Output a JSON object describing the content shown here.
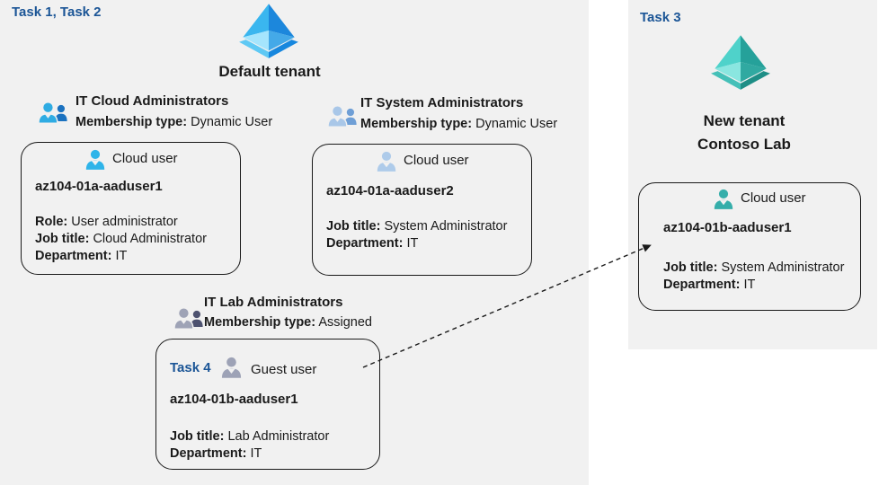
{
  "colors": {
    "canvas_bg": "#f1f1f1",
    "task_label_blue": "#1b5596",
    "text": "#1a1a1a",
    "card_border": "#1a1a1a",
    "azure_icon_blue_light": "#3ab6ef",
    "azure_icon_blue_dark": "#1c87dc",
    "azure_icon_teal_light": "#4fd2ca",
    "azure_icon_teal_dark": "#25a19a",
    "group1_icon": "#2face3",
    "group2_icon": "#a9c7e8",
    "group3_icon": "#9ea3b6",
    "cloud_user1_icon": "#2fb4e9",
    "cloud_user2_icon": "#aecbea",
    "guest_user_icon": "#9da2b6",
    "cloud_user_teal_icon": "#35aeaa"
  },
  "left_region": {
    "tasks_label": "Task 1, Task 2",
    "tenant_title": "Default tenant"
  },
  "groups": [
    {
      "name": "IT Cloud Administrators",
      "membership": {
        "label": "Membership type:",
        "value": "Dynamic User"
      },
      "card": {
        "user_type": "Cloud user",
        "username": "az104-01a-aaduser1",
        "fields": [
          {
            "label": "Role:",
            "value": "User administrator"
          },
          {
            "label": "Job title:",
            "value": "Cloud Administrator"
          },
          {
            "label": "Department:",
            "value": "IT"
          }
        ]
      }
    },
    {
      "name": "IT System Administrators",
      "membership": {
        "label": "Membership type:",
        "value": "Dynamic User"
      },
      "card": {
        "user_type": "Cloud user",
        "username": "az104-01a-aaduser2",
        "fields": [
          {
            "label": "Job title:",
            "value": "System Administrator"
          },
          {
            "label": "Department:",
            "value": "IT"
          }
        ]
      }
    },
    {
      "name": "IT Lab Administrators",
      "membership": {
        "label": "Membership type:",
        "value": "Assigned"
      },
      "card": {
        "task_label": "Task 4",
        "user_type": "Guest user",
        "username": "az104-01b-aaduser1",
        "fields": [
          {
            "label": "Job title:",
            "value": "Lab Administrator"
          },
          {
            "label": "Department:",
            "value": "IT"
          }
        ]
      }
    }
  ],
  "new_tenant": {
    "task_label": "Task 3",
    "title_line1": "New tenant",
    "title_line2": "Contoso Lab",
    "card": {
      "user_type": "Cloud user",
      "username": "az104-01b-aaduser1",
      "fields": [
        {
          "label": "Job title:",
          "value": "System Administrator"
        },
        {
          "label": "Department:",
          "value": "IT"
        }
      ]
    }
  },
  "icons": {
    "left_tenant": "azure-ad-tenant-icon-blue",
    "right_tenant": "azure-ad-tenant-icon-teal",
    "groups": "user-group-icon",
    "users": "person-icon",
    "arrow": "dashed-arrow"
  }
}
